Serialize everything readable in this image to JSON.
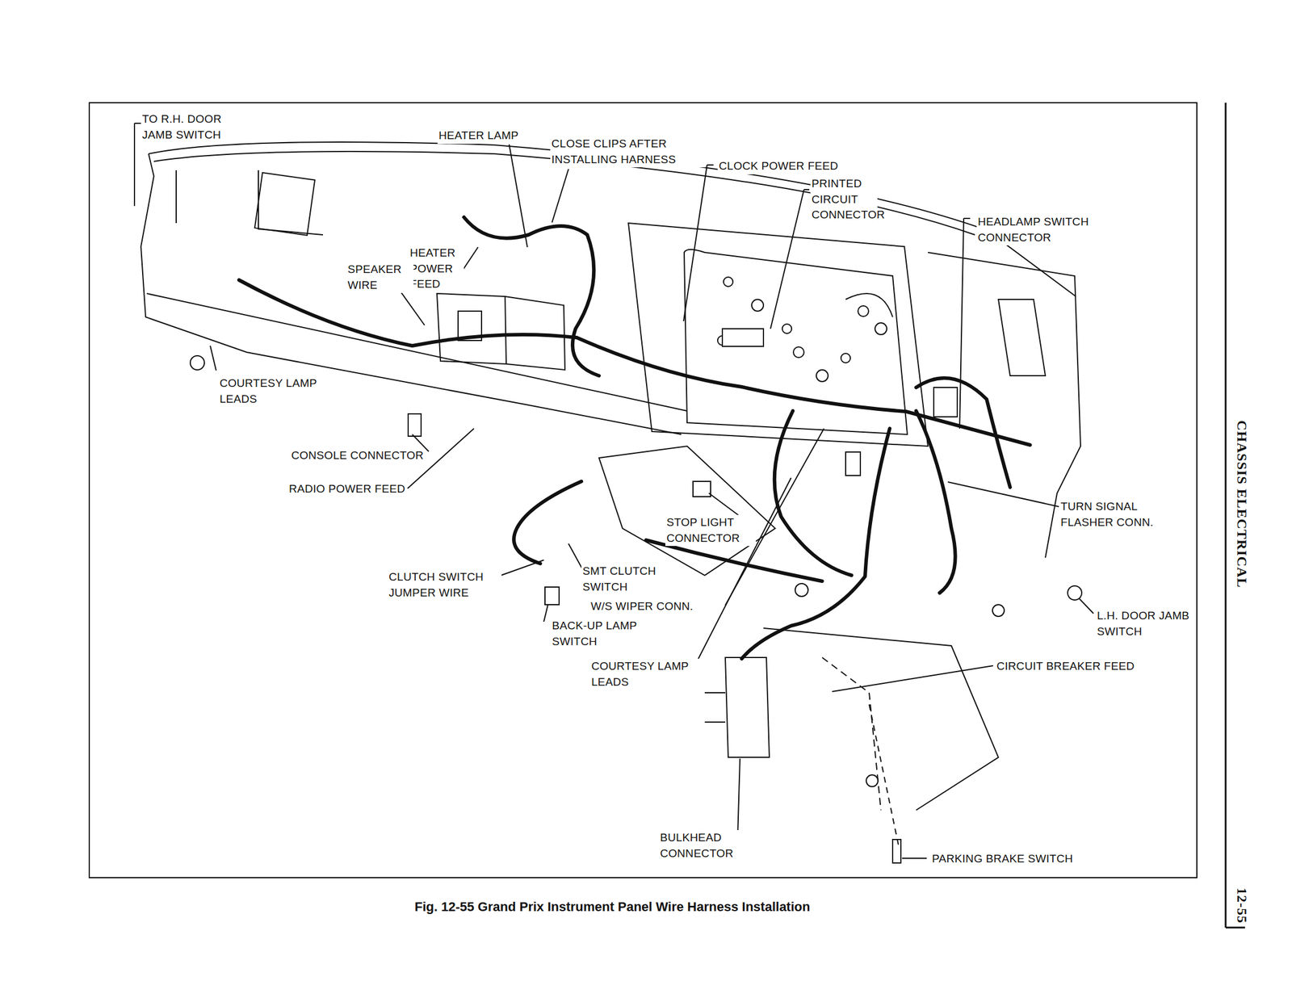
{
  "diagram": {
    "caption": "Fig. 12-55 Grand Prix Instrument Panel Wire Harness Installation",
    "labels": [
      "TO R.H. DOOR JAMB SWITCH",
      "HEATER LAMP",
      "CLOSE CLIPS AFTER INSTALLING HARNESS",
      "CLOCK POWER FEED",
      "PRINTED CIRCUIT CONNECTOR",
      "HEADLAMP SWITCH CONNECTOR",
      "HEATER POWER FEED",
      "SPEAKER WIRE",
      "COURTESY LAMP LEADS",
      "CONSOLE CONNECTOR",
      "RADIO POWER FEED",
      "TURN SIGNAL FLASHER CONN.",
      "STOP LIGHT CONNECTOR",
      "CLUTCH SWITCH JUMPER WIRE",
      "SMT CLUTCH SWITCH",
      "W/S WIPER CONN.",
      "BACK-UP LAMP SWITCH",
      "L.H. DOOR JAMB SWITCH",
      "COURTESY LAMP LEADS",
      "CIRCUIT BREAKER FEED",
      "BULKHEAD CONNECTOR",
      "PARKING BRAKE SWITCH",
      "CHASSIS ELECTRICAL",
      "12-55"
    ]
  }
}
